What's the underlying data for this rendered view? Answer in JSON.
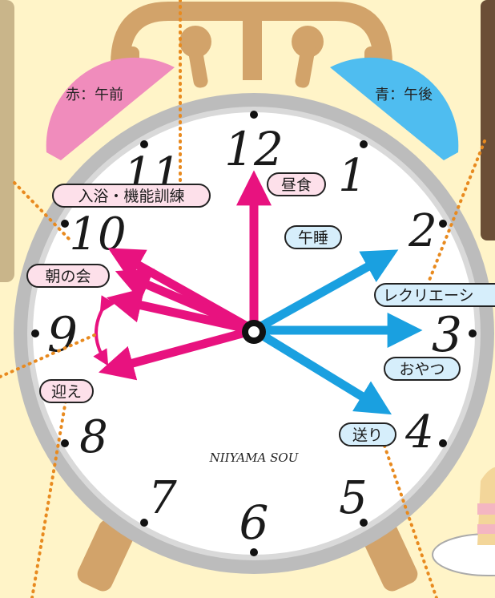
{
  "bells": {
    "left_label": "赤：午前",
    "right_label": "青：午後"
  },
  "clock": {
    "numbers": [
      "12",
      "1",
      "2",
      "3",
      "4",
      "5",
      "6",
      "7",
      "8",
      "9",
      "10",
      "11"
    ],
    "brand": "NIIYAMA SOU"
  },
  "labels": {
    "bath": "入浴・機能訓練",
    "morning_meeting": "朝の会",
    "pickup": "迎え",
    "lunch": "昼食",
    "nap": "午睡",
    "recreation": "レクリエーシ",
    "snack": "おやつ",
    "dropoff": "送り"
  },
  "colors": {
    "am": "#e8127f",
    "pm": "#1aa0e0",
    "am_label_bg": "#fde0ea",
    "pm_label_bg": "#d6eefb",
    "bell_left": "#f08cbc",
    "bell_right": "#4fbdf0",
    "frame": "#bcbcbc",
    "legs": "#d2a36a",
    "background": "#fff4c8"
  }
}
